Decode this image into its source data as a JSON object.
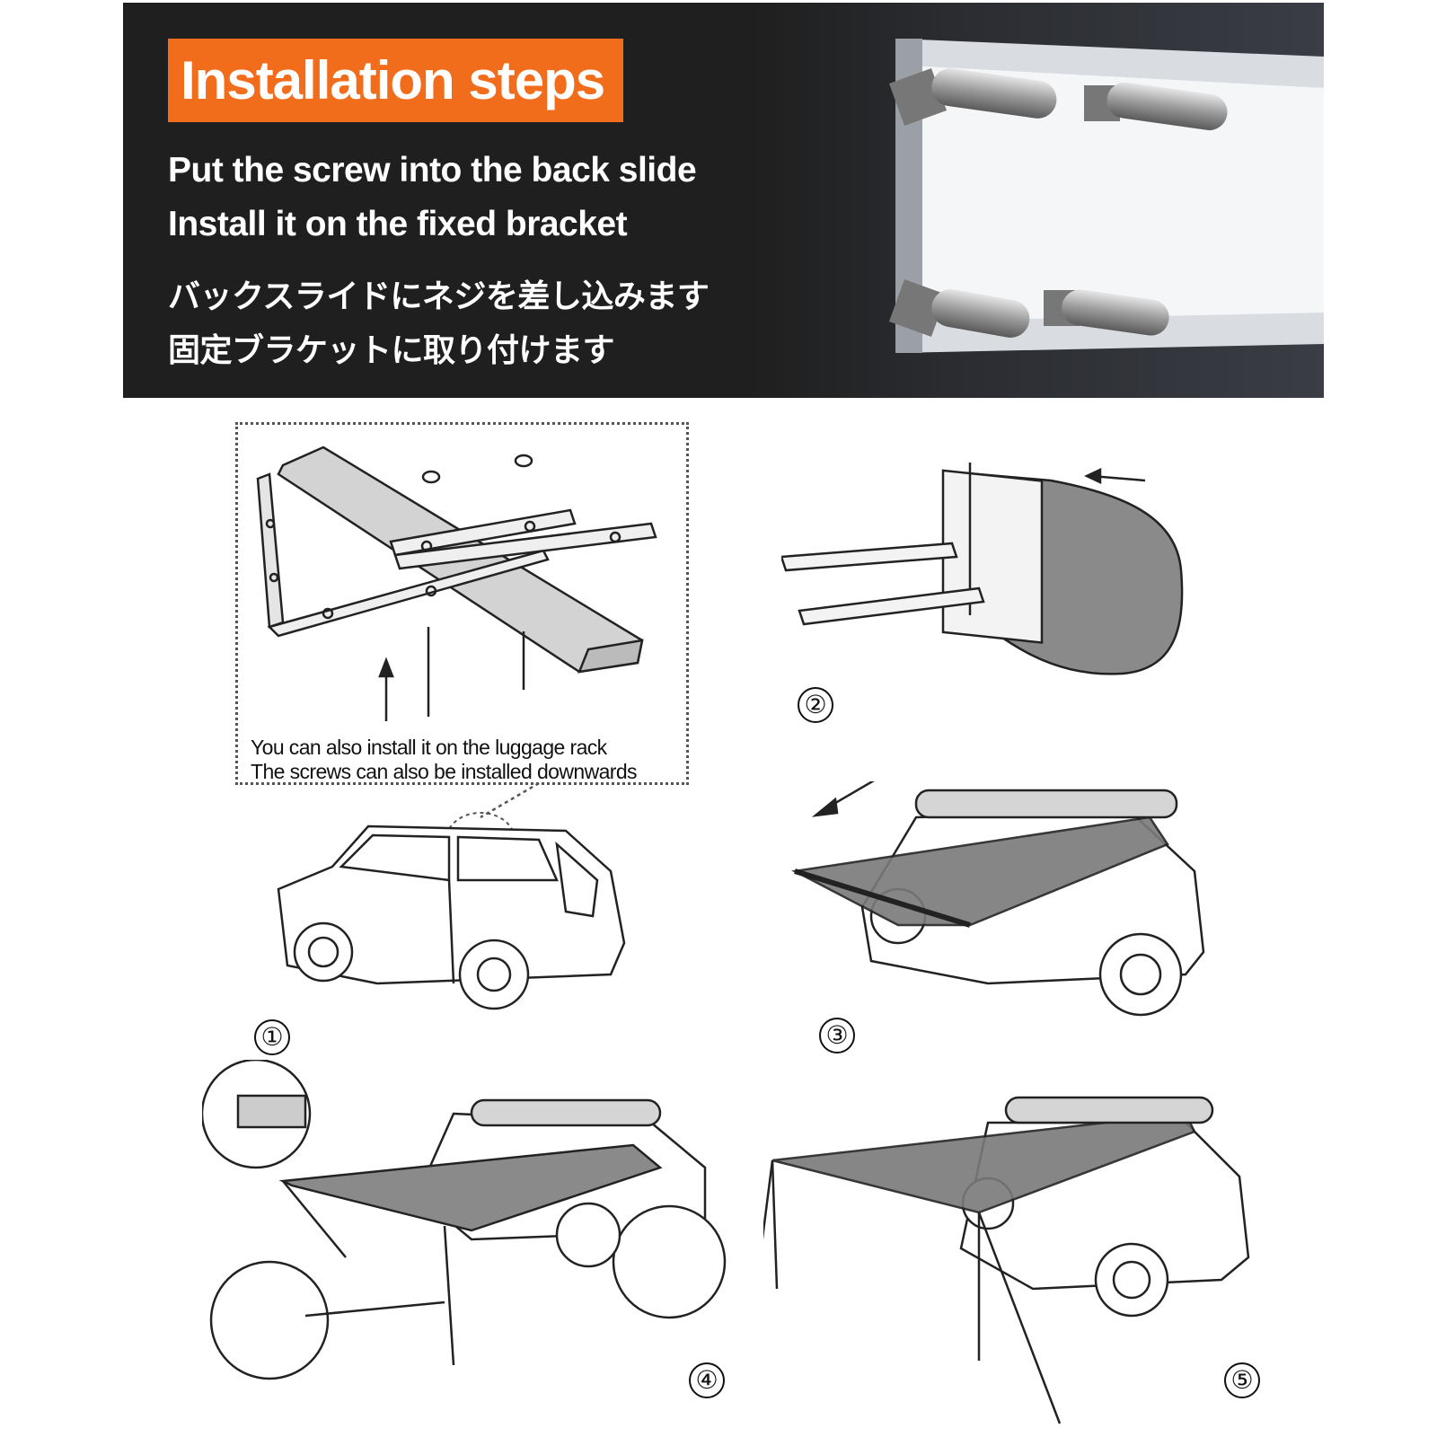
{
  "banner": {
    "title": "Installation steps",
    "line_1": "Put the screw into the back slide",
    "line_2": "Install it on the fixed bracket",
    "line_3_ja": "バックスライドにネジを差し込みます",
    "line_4_ja": "固定ブラケットに取り付けます",
    "title_bg_color": "#f26d1b",
    "bg_color": "#1f1f1f"
  },
  "callout": {
    "text_1": "You can also install it on the luggage rack",
    "text_2": "The screws can also be installed downwards"
  },
  "steps": {
    "step_1": "①",
    "step_2": "②",
    "step_3": "③",
    "step_4": "④",
    "step_5": "⑤"
  }
}
